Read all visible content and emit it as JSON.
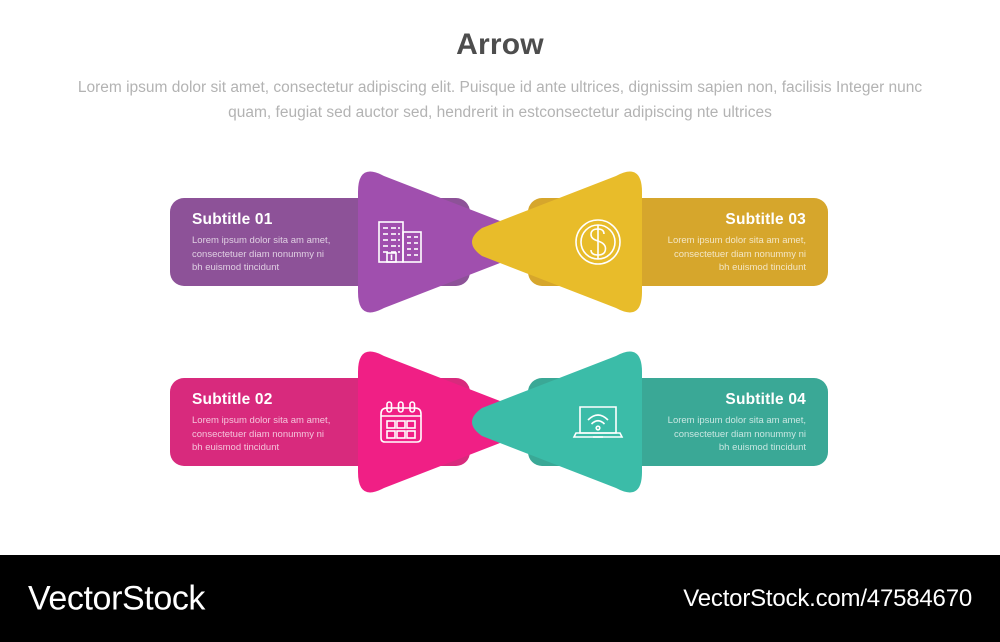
{
  "header": {
    "title": "Arrow",
    "subtitle": "Lorem ipsum dolor sit amet, consectetur adipiscing elit. Puisque id ante ultrices, dignissim sapien non, facilisis Integer nunc quam, feugiat sed auctor sed, hendrerit in estconsectetur adipiscing nte ultrices"
  },
  "items": [
    {
      "title": "Subtitle 01",
      "description": "Lorem ipsum dolor sita am amet,\nconsectetuer diam nonummy  ni\nbh euismod tincidunt",
      "icon": "office-building-icon",
      "arrow_color": "#a04fae",
      "panel_color": "#8d5298",
      "direction": "right"
    },
    {
      "title": "Subtitle 03",
      "description": "Lorem ipsum dolor sita am amet,\nconsectetuer diam nonummy  ni\nbh euismod tincidunt",
      "icon": "dollar-coin-icon",
      "arrow_color": "#e8bc2a",
      "panel_color": "#d6a62c",
      "direction": "left"
    },
    {
      "title": "Subtitle 02",
      "description": "Lorem ipsum dolor sita am amet,\nconsectetuer diam nonummy  ni\nbh euismod tincidunt",
      "icon": "calendar-icon",
      "arrow_color": "#f01f85",
      "panel_color": "#d82a7d",
      "direction": "right"
    },
    {
      "title": "Subtitle 04",
      "description": "Lorem ipsum dolor sita am amet,\nconsectetuer diam nonummy  ni\nbh euismod tincidunt",
      "icon": "laptop-wifi-icon",
      "arrow_color": "#3bbca8",
      "panel_color": "#3aa896",
      "direction": "left"
    }
  ],
  "footer": {
    "logo": "VectorStock",
    "url": "VectorStock.com/47584670"
  }
}
